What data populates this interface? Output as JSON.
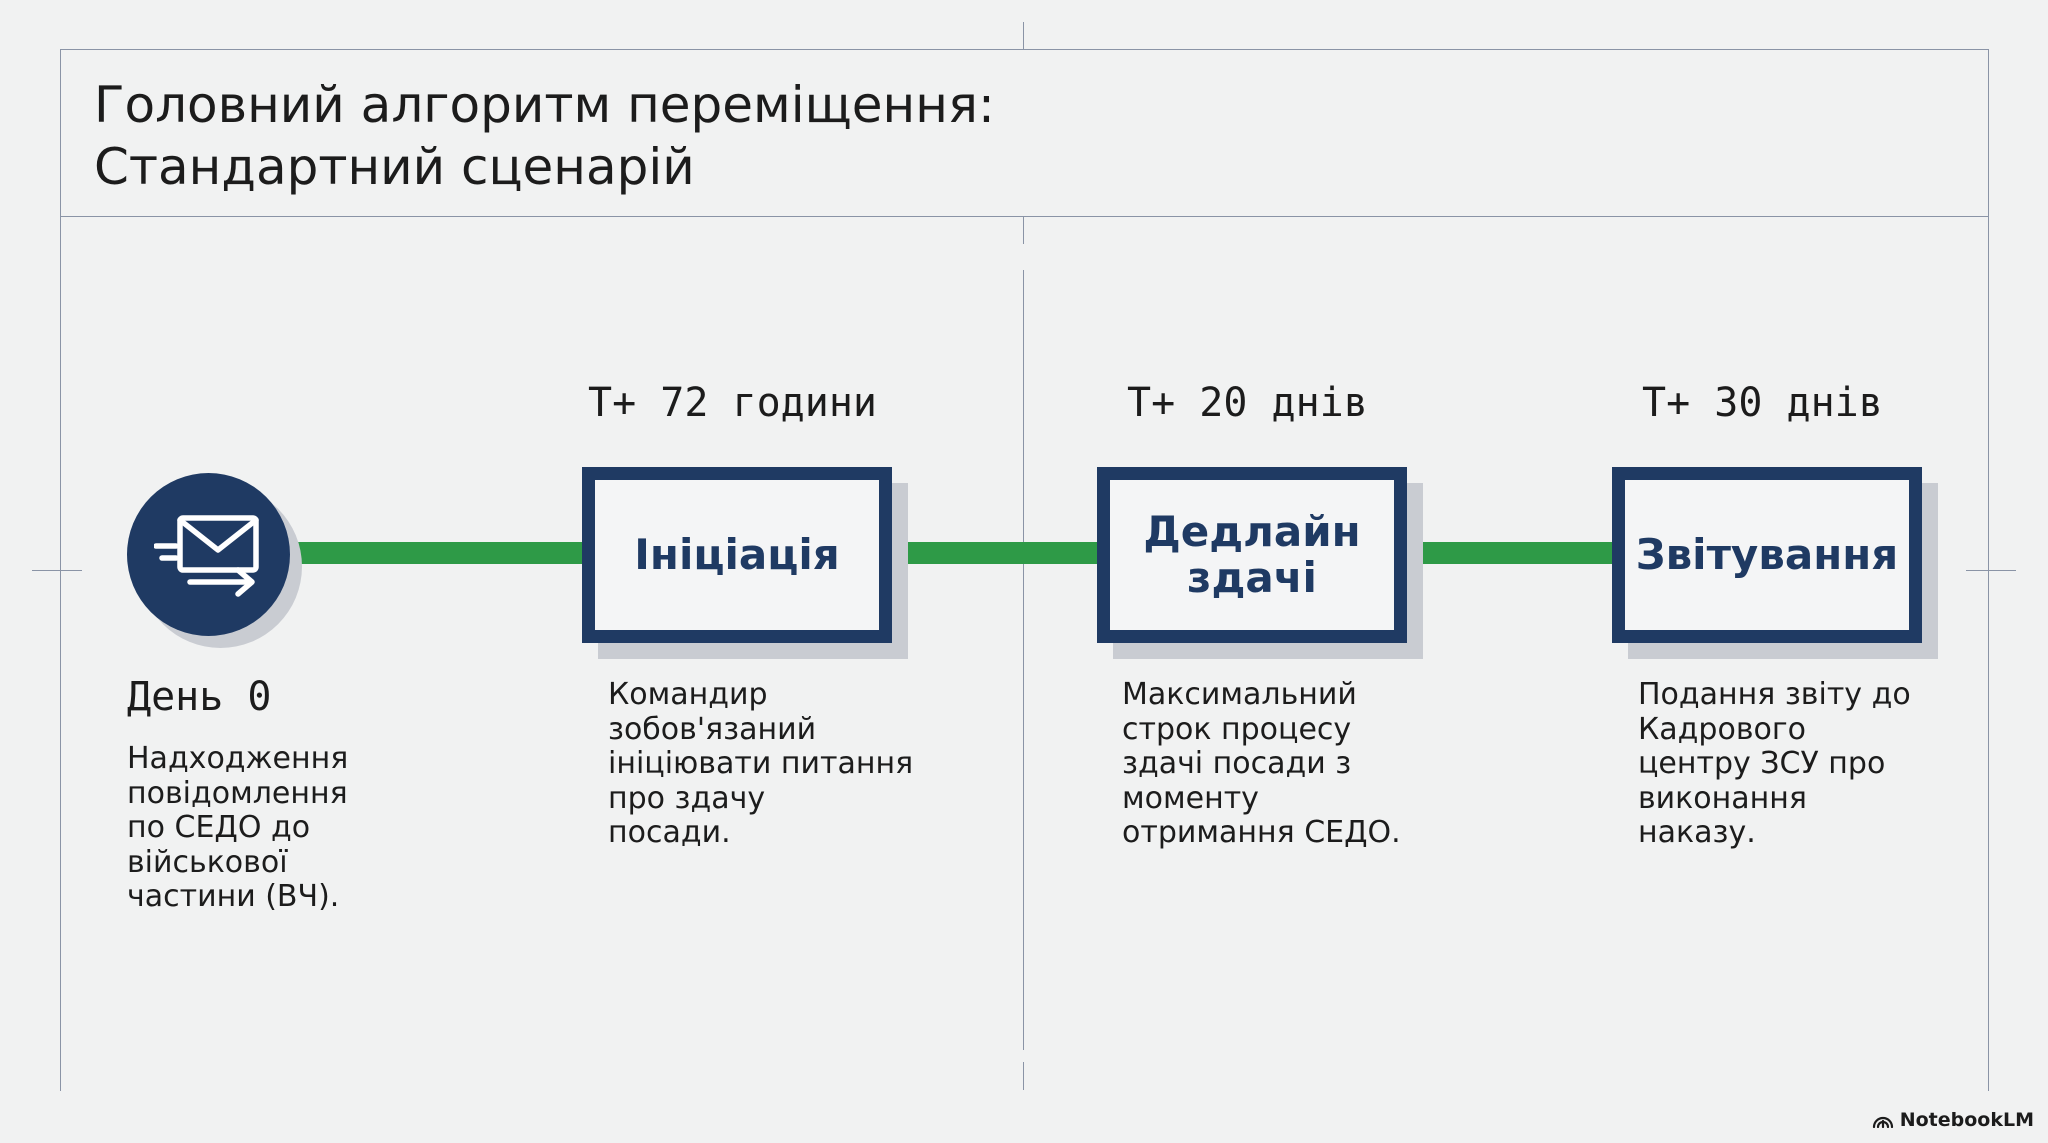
{
  "title_lines": [
    "Головний алгоритм переміщення:",
    "Стандартний сценарій"
  ],
  "colors": {
    "navy": "#1f3a63",
    "green": "#2e9a47",
    "background": "#f1f2f2",
    "shadow": "#c9ccd2"
  },
  "start": {
    "icon": "mail-arrow-icon",
    "label": "День 0",
    "desc_lines": [
      "Надходження",
      "повідомлення",
      "по СЕДО до",
      "військової",
      "частини (ВЧ)."
    ]
  },
  "steps": [
    {
      "timing": "T+ 72 години",
      "box_lines": [
        "Ініціація"
      ],
      "desc_lines": [
        "Командир",
        "зобов'язаний",
        "ініціювати питання",
        "про здачу",
        "посади."
      ]
    },
    {
      "timing": "T+ 20 днів",
      "box_lines": [
        "Дедлайн",
        "здачі"
      ],
      "desc_lines": [
        "Максимальний",
        "строк процесу",
        "здачі посади з",
        "моменту",
        "отримання СЕДО."
      ]
    },
    {
      "timing": "T+ 30 днів",
      "box_lines": [
        "Звітування"
      ],
      "desc_lines": [
        "Подання звіту до",
        "Кадрового",
        "центру ЗСУ про",
        "виконання",
        "наказу."
      ]
    }
  ],
  "brand": "NotebookLM"
}
